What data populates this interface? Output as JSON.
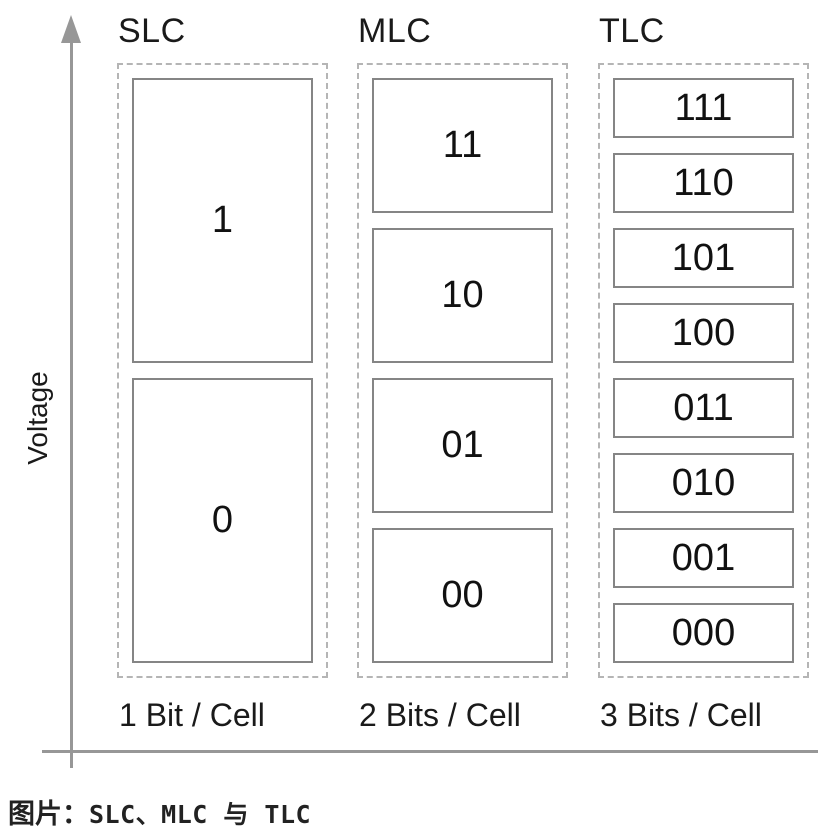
{
  "colors": {
    "axis": "#979797",
    "box_border": "#858585",
    "dashed_border": "#b5b5b5",
    "text": "#1a1a1a"
  },
  "y_axis": {
    "label": "Voltage"
  },
  "columns": [
    {
      "title": "SLC",
      "bits_label": "1 Bit / Cell",
      "cells": [
        "1",
        "0"
      ]
    },
    {
      "title": "MLC",
      "bits_label": "2 Bits / Cell",
      "cells": [
        "11",
        "10",
        "01",
        "00"
      ]
    },
    {
      "title": "TLC",
      "bits_label": "3 Bits / Cell",
      "cells": [
        "111",
        "110",
        "101",
        "100",
        "011",
        "010",
        "001",
        "000"
      ]
    }
  ],
  "caption": {
    "prefix": "图片：",
    "text": "SLC、MLC 与 TLC"
  }
}
